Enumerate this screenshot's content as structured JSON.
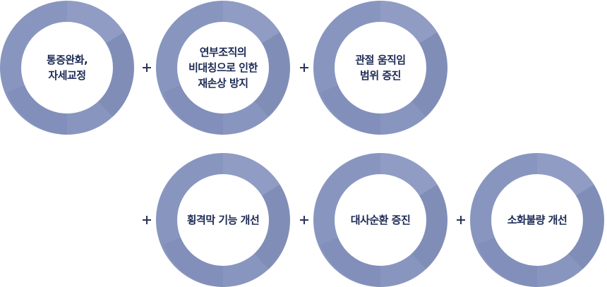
{
  "colors": {
    "ring_base": "#8896bf",
    "ring_shade": "#7b88b3",
    "ring_light": "#97a3c8",
    "text": "#1c2a55",
    "plus": "#2a3358"
  },
  "rings": [
    {
      "label": "통증완화,\n자세교정"
    },
    {
      "label": "연부조직의\n비대칭으로 인한\n재손상 방지"
    },
    {
      "label": "관절 움직임\n범위 증진"
    },
    {
      "label": "횡격막 기능 개선"
    },
    {
      "label": "대사순환 증진"
    },
    {
      "label": "소화불량 개선"
    }
  ],
  "connector_symbol": "plus-icon"
}
